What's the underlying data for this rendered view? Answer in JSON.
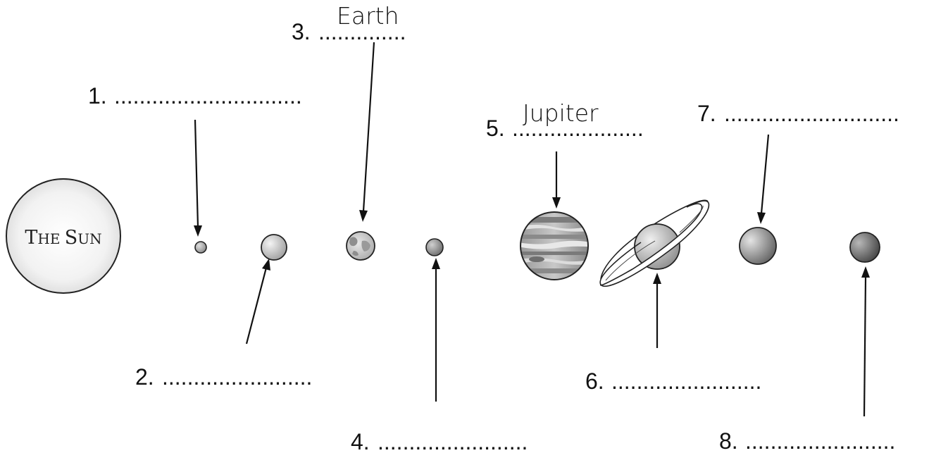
{
  "diagram": {
    "sun_label_first": "T",
    "sun_label_rest1": "HE",
    "sun_label_S": "S",
    "sun_label_rest2": "UN",
    "labels": [
      {
        "number": "1.",
        "blank": "..............................",
        "answer": ""
      },
      {
        "number": "2.",
        "blank": "........................",
        "answer": ""
      },
      {
        "number": "3.",
        "blank": "..............",
        "answer": "Earth"
      },
      {
        "number": "4.",
        "blank": "........................",
        "answer": ""
      },
      {
        "number": "5.",
        "blank": ".....................",
        "answer": "Jupiter"
      },
      {
        "number": "6.",
        "blank": "........................",
        "answer": ""
      },
      {
        "number": "7.",
        "blank": "............................",
        "answer": ""
      },
      {
        "number": "8.",
        "blank": "........................",
        "answer": ""
      }
    ]
  }
}
